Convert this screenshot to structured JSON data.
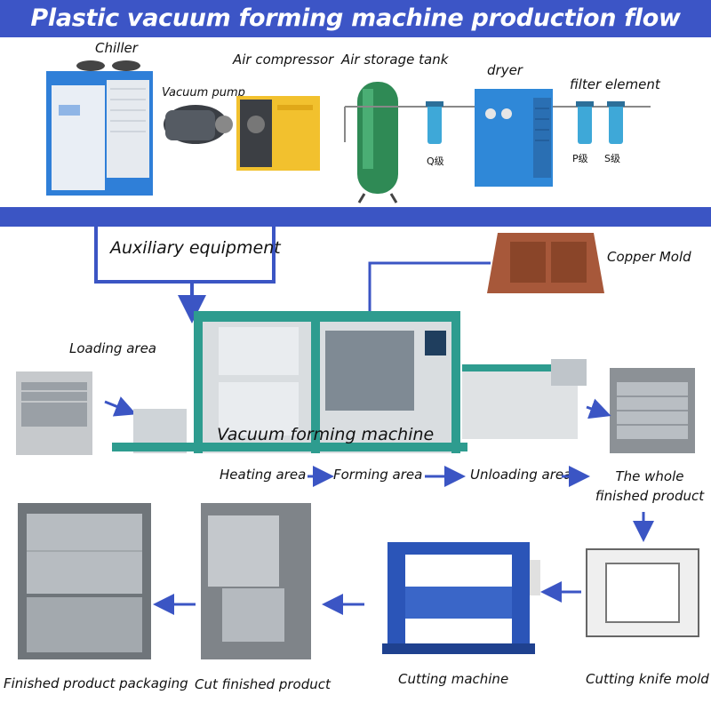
{
  "title": "Plastic vacuum forming machine production flow chart",
  "equipment": {
    "chiller": "Chiller",
    "vacuum_pump": "Vacuum pump",
    "air_compressor": "Air compressor",
    "air_storage_tank": "Air storage tank",
    "dryer": "dryer",
    "filter_element": "filter element",
    "filter_q": "Q级",
    "filter_p": "P级",
    "filter_s": "S级"
  },
  "auxiliary_equipment": "Auxiliary equipment",
  "copper_mold": "Copper Mold",
  "loading_area": "Loading area",
  "machine_label": "Vacuum forming machine",
  "process": {
    "heating_area": "Heating area",
    "forming_area": "Forming area",
    "unloading_area": "Unloading area",
    "whole_finished_product": "The whole finished product"
  },
  "bottom_flow": {
    "finished_product_packaging": "Finished product packaging",
    "cut_finished_product": "Cut finished product",
    "cutting_machine": "Cutting machine",
    "cutting_knife_mold": "Cutting knife mold"
  },
  "colors": {
    "banner_blue": "#3c55c6",
    "arrow_blue": "#3b55c4",
    "machine_teal": "#2e9c8f",
    "chiller_blue": "#2f7fd8",
    "compressor_yellow": "#f2c12e",
    "tank_green": "#2f8a55",
    "cutting_machine_blue": "#2b55b8",
    "copper": "#a7583a"
  }
}
